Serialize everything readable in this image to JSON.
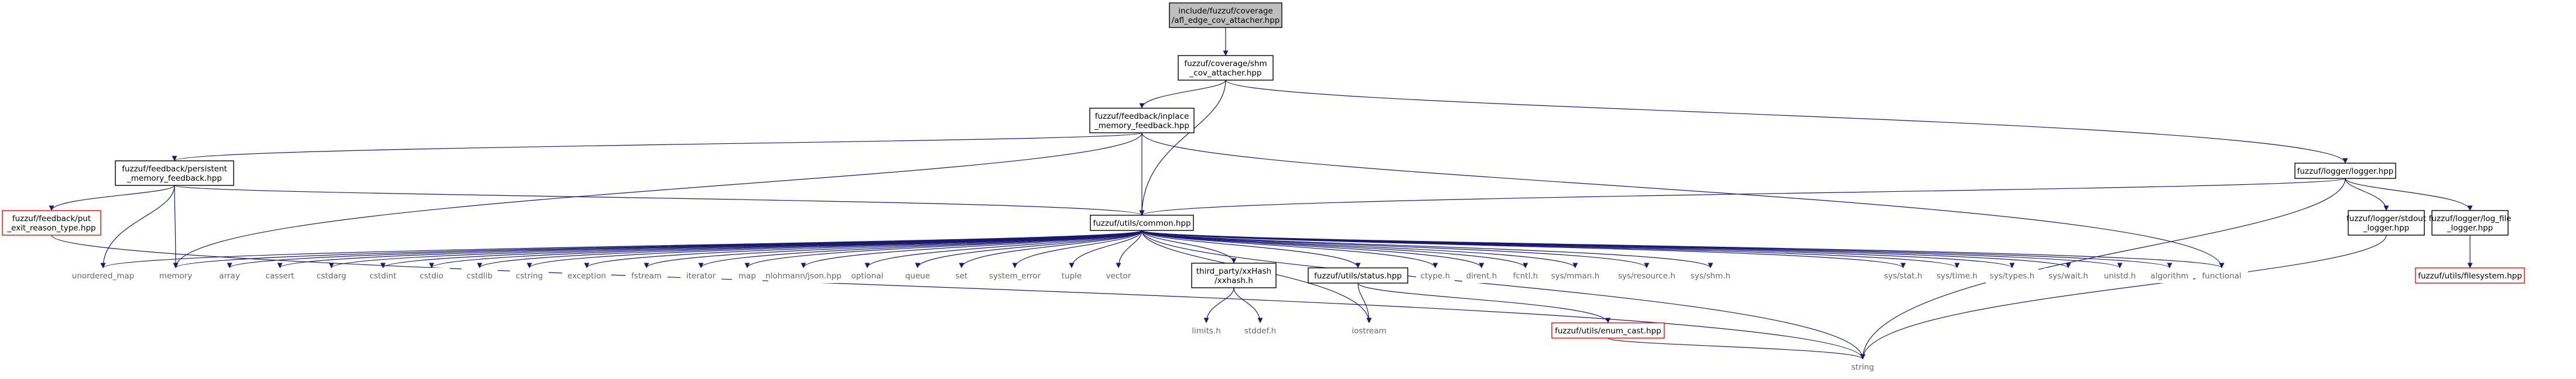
{
  "colors": {
    "edge": "#191970",
    "node_border": "#000000",
    "missing_border": "#ff0000",
    "external_text": "#666666",
    "root_fill": "#bfbfbf",
    "text": "#000000"
  },
  "nodes": [
    {
      "id": "root",
      "lines": [
        "include/fuzzuf/coverage",
        "/afl_edge_cov_attacher.hpp"
      ],
      "kind": "root"
    },
    {
      "id": "shm",
      "lines": [
        "fuzzuf/coverage/shm",
        "_cov_attacher.hpp"
      ],
      "kind": "internal"
    },
    {
      "id": "inplace",
      "lines": [
        "fuzzuf/feedback/inplace",
        "_memory_feedback.hpp"
      ],
      "kind": "internal"
    },
    {
      "id": "persistent",
      "lines": [
        "fuzzuf/feedback/persistent",
        "_memory_feedback.hpp"
      ],
      "kind": "internal"
    },
    {
      "id": "logger",
      "lines": [
        "fuzzuf/logger/logger.hpp"
      ],
      "kind": "internal"
    },
    {
      "id": "putexit",
      "lines": [
        "fuzzuf/feedback/put",
        "_exit_reason_type.hpp"
      ],
      "kind": "missing"
    },
    {
      "id": "common",
      "lines": [
        "fuzzuf/utils/common.hpp"
      ],
      "kind": "internal"
    },
    {
      "id": "stdout",
      "lines": [
        "fuzzuf/logger/stdout",
        "_logger.hpp"
      ],
      "kind": "internal"
    },
    {
      "id": "logfile",
      "lines": [
        "fuzzuf/logger/log_file",
        "_logger.hpp"
      ],
      "kind": "internal"
    },
    {
      "id": "filesystem",
      "lines": [
        "fuzzuf/utils/filesystem.hpp"
      ],
      "kind": "missing"
    },
    {
      "id": "unordered_map",
      "lines": [
        "unordered_map"
      ],
      "kind": "external"
    },
    {
      "id": "memory",
      "lines": [
        "memory"
      ],
      "kind": "external"
    },
    {
      "id": "array",
      "lines": [
        "array"
      ],
      "kind": "external"
    },
    {
      "id": "cassert",
      "lines": [
        "cassert"
      ],
      "kind": "external"
    },
    {
      "id": "cstdarg",
      "lines": [
        "cstdarg"
      ],
      "kind": "external"
    },
    {
      "id": "cstdint",
      "lines": [
        "cstdint"
      ],
      "kind": "external"
    },
    {
      "id": "cstdio",
      "lines": [
        "cstdio"
      ],
      "kind": "external"
    },
    {
      "id": "cstdlib",
      "lines": [
        "cstdlib"
      ],
      "kind": "external"
    },
    {
      "id": "cstring",
      "lines": [
        "cstring"
      ],
      "kind": "external"
    },
    {
      "id": "exception",
      "lines": [
        "exception"
      ],
      "kind": "external"
    },
    {
      "id": "fstream",
      "lines": [
        "fstream"
      ],
      "kind": "external"
    },
    {
      "id": "iterator",
      "lines": [
        "iterator"
      ],
      "kind": "external"
    },
    {
      "id": "map",
      "lines": [
        "map"
      ],
      "kind": "external"
    },
    {
      "id": "json",
      "lines": [
        "nlohmann/json.hpp"
      ],
      "kind": "external"
    },
    {
      "id": "optional",
      "lines": [
        "optional"
      ],
      "kind": "external"
    },
    {
      "id": "queue",
      "lines": [
        "queue"
      ],
      "kind": "external"
    },
    {
      "id": "set",
      "lines": [
        "set"
      ],
      "kind": "external"
    },
    {
      "id": "system_error",
      "lines": [
        "system_error"
      ],
      "kind": "external"
    },
    {
      "id": "tuple",
      "lines": [
        "tuple"
      ],
      "kind": "external"
    },
    {
      "id": "vector",
      "lines": [
        "vector"
      ],
      "kind": "external"
    },
    {
      "id": "xxhash",
      "lines": [
        "third_party/xxHash",
        "/xxhash.h"
      ],
      "kind": "internal"
    },
    {
      "id": "status",
      "lines": [
        "fuzzuf/utils/status.hpp"
      ],
      "kind": "internal"
    },
    {
      "id": "ctype",
      "lines": [
        "ctype.h"
      ],
      "kind": "external"
    },
    {
      "id": "dirent",
      "lines": [
        "dirent.h"
      ],
      "kind": "external"
    },
    {
      "id": "fcntl",
      "lines": [
        "fcntl.h"
      ],
      "kind": "external"
    },
    {
      "id": "mman",
      "lines": [
        "sys/mman.h"
      ],
      "kind": "external"
    },
    {
      "id": "resource",
      "lines": [
        "sys/resource.h"
      ],
      "kind": "external"
    },
    {
      "id": "sysshm",
      "lines": [
        "sys/shm.h"
      ],
      "kind": "external"
    },
    {
      "id": "sysstat",
      "lines": [
        "sys/stat.h"
      ],
      "kind": "external"
    },
    {
      "id": "systime",
      "lines": [
        "sys/time.h"
      ],
      "kind": "external"
    },
    {
      "id": "systypes",
      "lines": [
        "sys/types.h"
      ],
      "kind": "external"
    },
    {
      "id": "syswait",
      "lines": [
        "sys/wait.h"
      ],
      "kind": "external"
    },
    {
      "id": "unistd",
      "lines": [
        "unistd.h"
      ],
      "kind": "external"
    },
    {
      "id": "algorithm",
      "lines": [
        "algorithm"
      ],
      "kind": "external"
    },
    {
      "id": "functional",
      "lines": [
        "functional"
      ],
      "kind": "external"
    },
    {
      "id": "limits",
      "lines": [
        "limits.h"
      ],
      "kind": "external"
    },
    {
      "id": "stddef",
      "lines": [
        "stddef.h"
      ],
      "kind": "external"
    },
    {
      "id": "iostream",
      "lines": [
        "iostream"
      ],
      "kind": "external"
    },
    {
      "id": "enumcast",
      "lines": [
        "fuzzuf/utils/enum_cast.hpp"
      ],
      "kind": "missing"
    },
    {
      "id": "string",
      "lines": [
        "string"
      ],
      "kind": "external"
    }
  ],
  "edges": [
    [
      "root",
      "shm"
    ],
    [
      "shm",
      "inplace"
    ],
    [
      "shm",
      "common"
    ],
    [
      "shm",
      "logger"
    ],
    [
      "inplace",
      "persistent"
    ],
    [
      "inplace",
      "common"
    ],
    [
      "inplace",
      "memory"
    ],
    [
      "inplace",
      "functional"
    ],
    [
      "persistent",
      "putexit"
    ],
    [
      "persistent",
      "common"
    ],
    [
      "persistent",
      "unordered_map"
    ],
    [
      "persistent",
      "memory"
    ],
    [
      "putexit",
      "string"
    ],
    [
      "logger",
      "common"
    ],
    [
      "logger",
      "stdout"
    ],
    [
      "logger",
      "logfile"
    ],
    [
      "logger",
      "string"
    ],
    [
      "stdout",
      "string"
    ],
    [
      "logfile",
      "filesystem"
    ],
    [
      "common",
      "unordered_map"
    ],
    [
      "common",
      "memory"
    ],
    [
      "common",
      "array"
    ],
    [
      "common",
      "cassert"
    ],
    [
      "common",
      "cstdarg"
    ],
    [
      "common",
      "cstdint"
    ],
    [
      "common",
      "cstdio"
    ],
    [
      "common",
      "cstdlib"
    ],
    [
      "common",
      "cstring"
    ],
    [
      "common",
      "exception"
    ],
    [
      "common",
      "fstream"
    ],
    [
      "common",
      "iterator"
    ],
    [
      "common",
      "map"
    ],
    [
      "common",
      "json"
    ],
    [
      "common",
      "optional"
    ],
    [
      "common",
      "queue"
    ],
    [
      "common",
      "set"
    ],
    [
      "common",
      "system_error"
    ],
    [
      "common",
      "tuple"
    ],
    [
      "common",
      "vector"
    ],
    [
      "common",
      "xxhash"
    ],
    [
      "common",
      "status"
    ],
    [
      "common",
      "ctype"
    ],
    [
      "common",
      "dirent"
    ],
    [
      "common",
      "fcntl"
    ],
    [
      "common",
      "mman"
    ],
    [
      "common",
      "resource"
    ],
    [
      "common",
      "sysshm"
    ],
    [
      "common",
      "sysstat"
    ],
    [
      "common",
      "systime"
    ],
    [
      "common",
      "systypes"
    ],
    [
      "common",
      "syswait"
    ],
    [
      "common",
      "unistd"
    ],
    [
      "common",
      "algorithm"
    ],
    [
      "common",
      "functional"
    ],
    [
      "common",
      "iostream"
    ],
    [
      "common",
      "string"
    ],
    [
      "xxhash",
      "limits"
    ],
    [
      "xxhash",
      "stddef"
    ],
    [
      "status",
      "iostream"
    ],
    [
      "status",
      "enumcast"
    ],
    [
      "enumcast",
      "string"
    ]
  ]
}
